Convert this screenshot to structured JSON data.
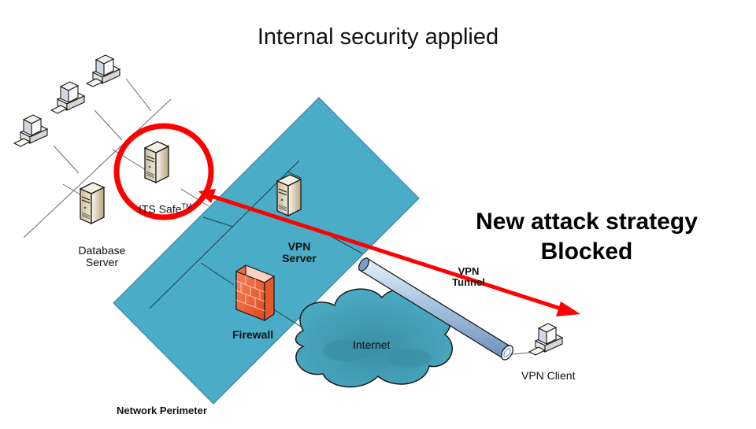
{
  "slide": {
    "title": "Internal security applied",
    "headline_line1": "New attack strategy",
    "headline_line2": "Blocked"
  },
  "nodes": {
    "its_safe": {
      "label": "ITS Safe",
      "superscript": "TM",
      "icon": "server-icon",
      "highlighted": true
    },
    "database_server": {
      "label_line1": "Database",
      "label_line2": "Server",
      "icon": "server-icon"
    },
    "vpn_server": {
      "label_line1": "VPN",
      "label_line2": "Server",
      "icon": "server-icon"
    },
    "firewall": {
      "label": "Firewall",
      "icon": "firewall-icon"
    },
    "internet": {
      "label": "Internet",
      "icon": "cloud-icon"
    },
    "vpn_tunnel": {
      "label_line1": "VPN",
      "label_line2": "Tunnel",
      "icon": "tunnel-pipe-icon"
    },
    "vpn_client": {
      "label": "VPN Client",
      "icon": "workstation-icon"
    },
    "workstations": {
      "count": 3,
      "icon": "workstation-icon"
    },
    "network_perimeter": {
      "label": "Network Perimeter"
    }
  },
  "colors": {
    "perimeter_fill": "#4AACC6",
    "highlight_red": "#FF0000",
    "cloud_fill": "#3F9DB4",
    "firewall_orange": "#F26B3A",
    "server_beige": "#E2D6BE",
    "tunnel_blue": "#9DBBD9"
  }
}
